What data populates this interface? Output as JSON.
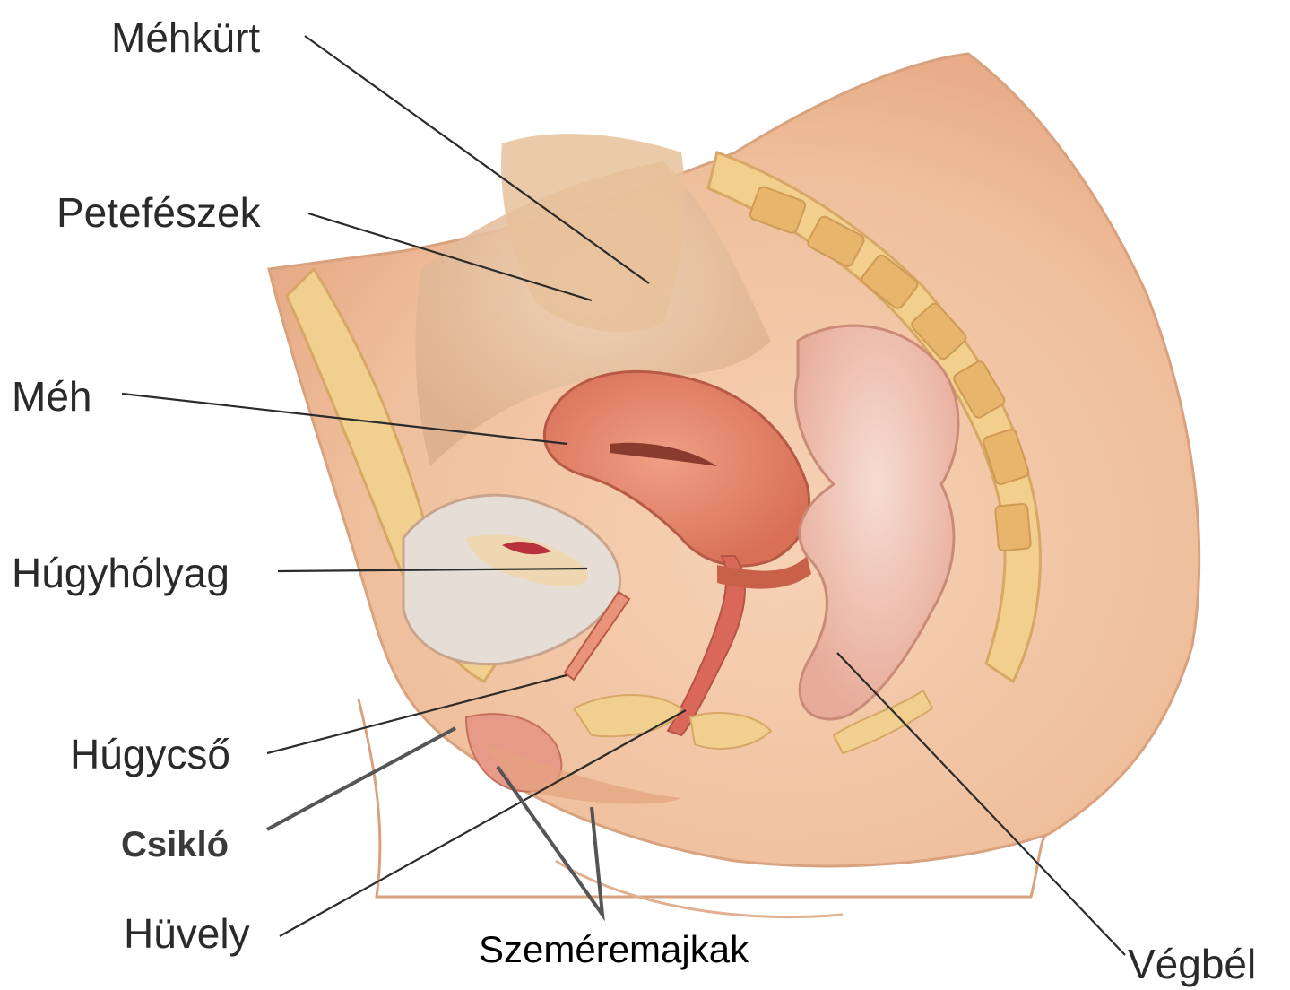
{
  "labels": {
    "mehkurt": "Méhkürt",
    "petefeszek": "Petefészek",
    "meh": "Méh",
    "hugyholyag": "Húgyhólyag",
    "hugycso": "Húgycső",
    "csiklo": "Csikló",
    "huvely": "Hüvely",
    "szemeremajkak": "Szeméremajkak",
    "vegbel": "Végbél"
  },
  "colors": {
    "skin": "#f3c9a8",
    "skin_shadow": "#e2a27e",
    "fat": "#f0cf8f",
    "organ": "#e8937a",
    "organ_dark": "#c9614a",
    "rectum": "#eec1b4",
    "bladder": "#e6ddd6",
    "line": "#2b2b2b"
  }
}
